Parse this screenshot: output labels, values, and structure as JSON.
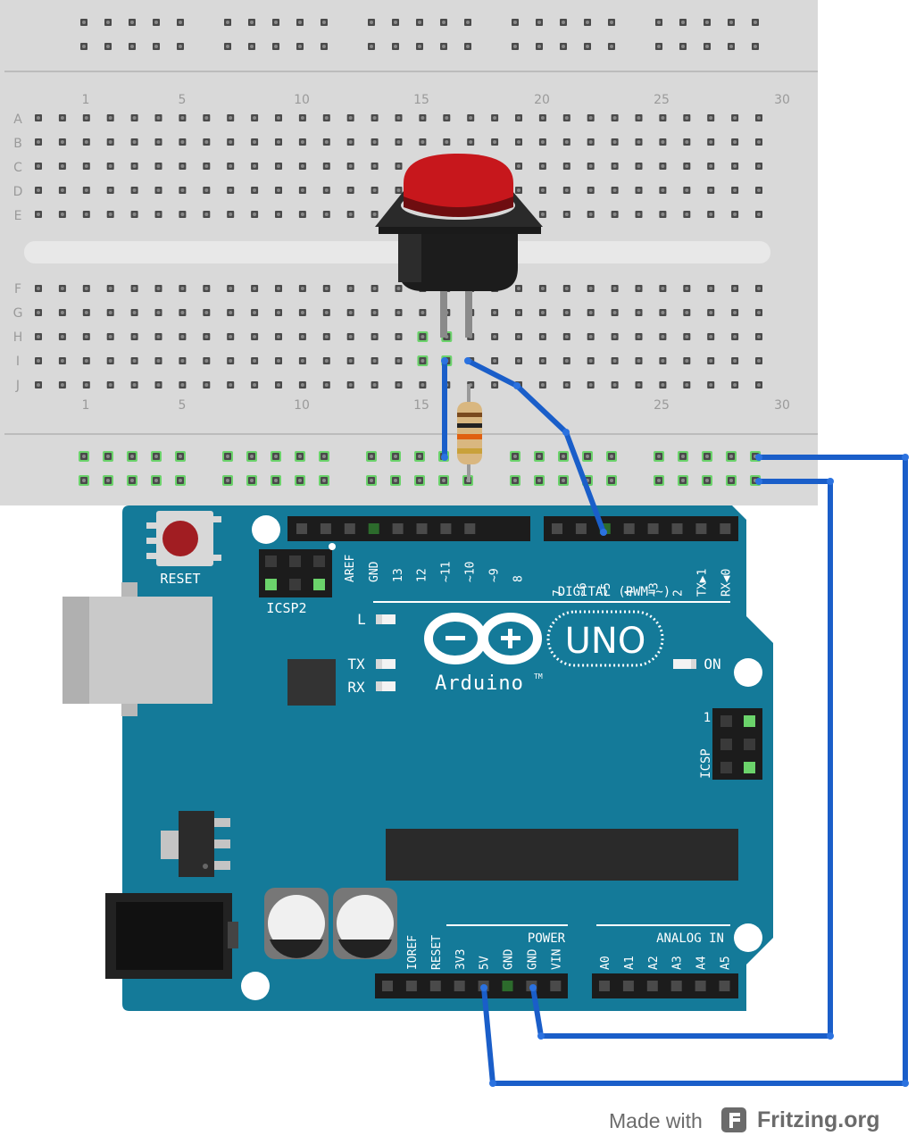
{
  "breadboard": {
    "row_letters_top": [
      "A",
      "B",
      "C",
      "D",
      "E"
    ],
    "row_letters_bottom": [
      "F",
      "G",
      "H",
      "I",
      "J"
    ],
    "column_numbers": [
      "1",
      "5",
      "10",
      "15",
      "20",
      "25",
      "30"
    ]
  },
  "arduino": {
    "reset_label": "RESET",
    "icsp2_label": "ICSP2",
    "icsp_label": "ICSP",
    "icsp_pin1": "1",
    "led_l": "L",
    "led_tx": "TX",
    "led_rx": "RX",
    "led_on": "ON",
    "logo_minus": "−",
    "logo_plus": "+",
    "brand": "Arduino",
    "trademark": "TM",
    "model": "UNO",
    "digital_header_label": "DIGITAL (PWM=~)",
    "digital_pins_left": [
      "AREF",
      "GND",
      "13",
      "12",
      "~11",
      "~10",
      "~9",
      "8"
    ],
    "digital_pins_right": [
      "7",
      "~6",
      "~5",
      "4",
      "~3",
      "2",
      "TX▶1",
      "RX◀0"
    ],
    "power_header_label": "POWER",
    "power_pins": [
      "IOREF",
      "RESET",
      "3V3",
      "5V",
      "GND",
      "GND",
      "VIN"
    ],
    "analog_header_label": "ANALOG IN",
    "analog_pins": [
      "A0",
      "A1",
      "A2",
      "A3",
      "A4",
      "A5"
    ]
  },
  "colors": {
    "board_teal": "#147a99",
    "breadboard_gray": "#d9d9d9",
    "wire_blue": "#1a5ec9",
    "button_red": "#c7171c",
    "hole_green": "#6bd36b"
  },
  "footer": {
    "made_with": "Made with",
    "brand": "Fritzing.org",
    "logo_icon": "fritzing-logo-icon"
  }
}
